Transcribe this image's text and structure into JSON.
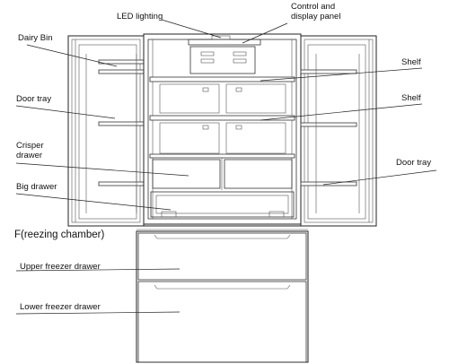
{
  "labels": {
    "led_lighting": "LED lighting",
    "control_panel_line1": "Control and",
    "control_panel_line2": "display panel",
    "dairy_bin": "Dairy Bin",
    "shelf_upper": "Shelf",
    "door_tray_left": "Door tray",
    "shelf_lower": "Shelf",
    "crisper_line1": "Crisper",
    "crisper_line2": "drawer",
    "door_tray_right": "Door tray",
    "big_drawer": "Big drawer",
    "freezing_chamber": "F(reezing chamber)",
    "upper_freezer_drawer": "Upper freezer drawer",
    "lower_freezer_drawer": "Lower freezer drawer"
  },
  "colors": {
    "line": "#222222",
    "background": "#ffffff"
  }
}
